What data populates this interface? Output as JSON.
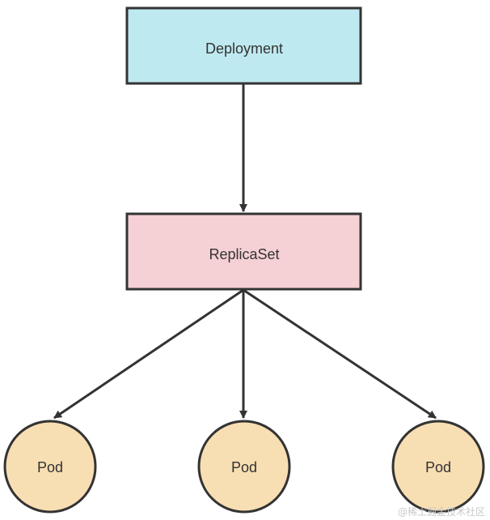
{
  "nodes": {
    "deployment": {
      "label": "Deployment",
      "fill": "#bfe9f0"
    },
    "replicaset": {
      "label": "ReplicaSet",
      "fill": "#f5d0d4"
    },
    "pods": [
      {
        "label": "Pod",
        "fill": "#f8deb3"
      },
      {
        "label": "Pod",
        "fill": "#f8deb3"
      },
      {
        "label": "Pod",
        "fill": "#f8deb3"
      }
    ]
  },
  "edges": [
    {
      "from": "Deployment",
      "to": "ReplicaSet"
    },
    {
      "from": "ReplicaSet",
      "to": "Pod"
    },
    {
      "from": "ReplicaSet",
      "to": "Pod"
    },
    {
      "from": "ReplicaSet",
      "to": "Pod"
    }
  ],
  "watermark": "@稀土掘金技术社区",
  "colors": {
    "stroke": "#333333",
    "text": "#333333"
  }
}
